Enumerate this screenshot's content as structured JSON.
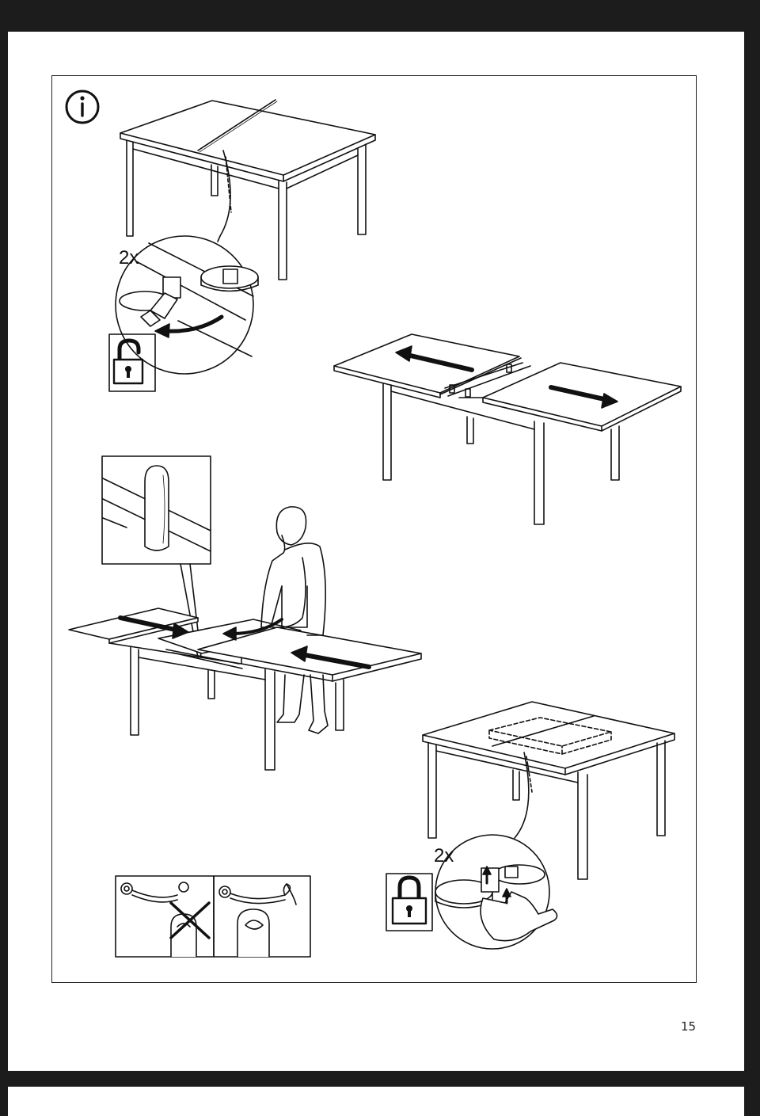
{
  "page": {
    "number": "15"
  },
  "callouts": {
    "unlock_count": "2x",
    "lock_count": "2x"
  },
  "icons": {
    "info": "info-icon",
    "unlocked": "unlocked-padlock-icon",
    "locked": "locked-padlock-icon"
  },
  "colors": {
    "ink": "#111111",
    "paper": "#ffffff",
    "border": "#1c1c1c"
  }
}
